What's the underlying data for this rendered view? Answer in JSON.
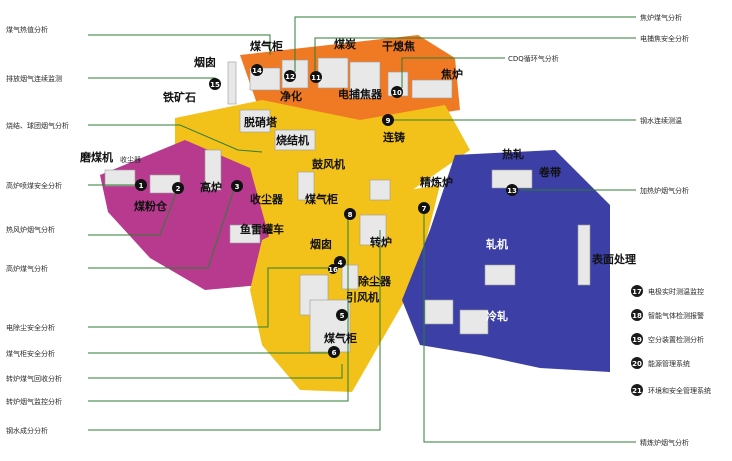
{
  "left_labels": [
    "煤气热值分析",
    "排放烟气连续监测",
    "烧结、球团烟气分析",
    "高炉喷煤安全分析",
    "热风炉烟气分析",
    "高炉煤气分析",
    "电除尘安全分析",
    "煤气柜安全分析",
    "转炉煤气回收分析",
    "转炉烟气监控分析",
    "钢水成分分析"
  ],
  "top_right_labels": [
    "焦炉煤气分析",
    "电捕焦安全分析",
    "CDQ循环气分析"
  ],
  "right_labels": [
    "钢水连续测温",
    "加热炉烟气分析",
    "精炼炉烟气分析"
  ],
  "legend": [
    {
      "num": "17",
      "text": "电极实时测温监控"
    },
    {
      "num": "18",
      "text": "智能气体检测报警"
    },
    {
      "num": "19",
      "text": "空分装置检测分析"
    },
    {
      "num": "20",
      "text": "能源管理系统"
    },
    {
      "num": "21",
      "text": "环境和安全管理系统"
    }
  ],
  "zones": [
    "烟囱",
    "煤气柜",
    "煤炭",
    "干熄焦",
    "净化",
    "电捕焦器",
    "焦炉",
    "铁矿石",
    "脱硝塔",
    "烧结机",
    "连铸",
    "磨煤机",
    "收尘器",
    "鼓风机",
    "热轧",
    "卷带",
    "煤粉仓",
    "高炉",
    "收尘器",
    "煤气柜",
    "精炼炉",
    "鱼雷罐车",
    "烟囱",
    "转炉",
    "除尘器",
    "引风机",
    "轧机",
    "表面处理",
    "冷轧",
    "煤气柜"
  ],
  "markers": [
    "1",
    "2",
    "3",
    "4",
    "5",
    "6",
    "7",
    "8",
    "9",
    "10",
    "11",
    "12",
    "13",
    "14",
    "15",
    "16"
  ],
  "colors": {
    "orange": "#f07a24",
    "yellow": "#f3c21a",
    "magenta": "#b83a8f",
    "blue": "#3b3fa6",
    "leader": "#2e7d32"
  }
}
